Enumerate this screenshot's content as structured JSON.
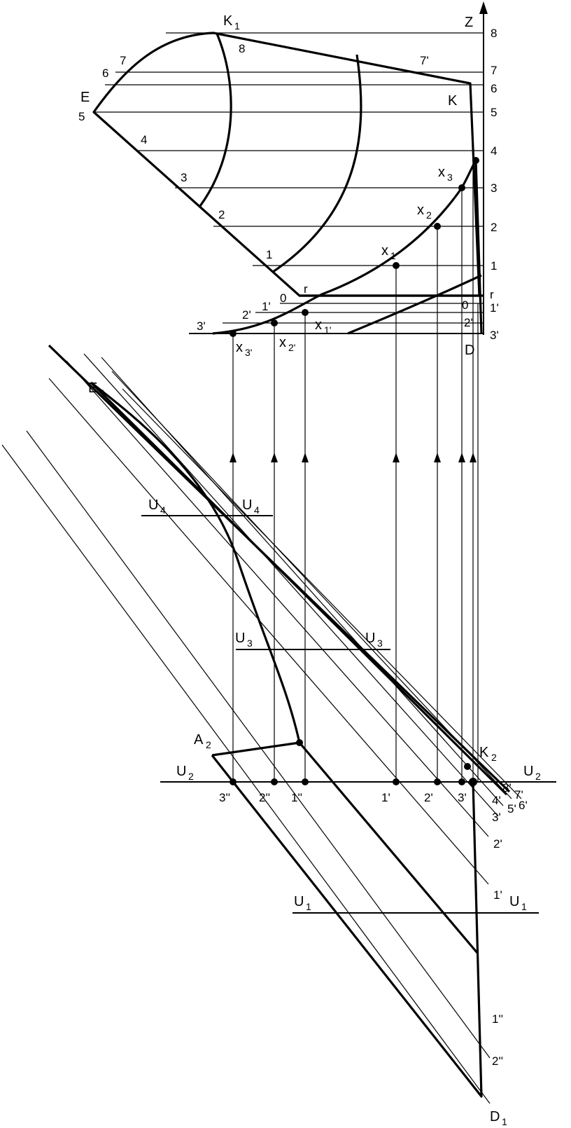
{
  "axis": {
    "z": "Z",
    "d": "D"
  },
  "upper_points": {
    "k1": "K",
    "k1_sub": "1",
    "e": "E",
    "k": "K",
    "r_left": "r",
    "r_right": "r",
    "zero_left": "0",
    "zero_right": "0"
  },
  "level_labels_right": [
    "1",
    "2",
    "3",
    "4",
    "5",
    "6",
    "7",
    "8"
  ],
  "level_labels_right_lower": [
    "1'",
    "2'",
    "3'"
  ],
  "edge_labels_left": [
    "1",
    "2",
    "3",
    "4",
    "5",
    "6",
    "7",
    "8"
  ],
  "bottom_left_labels": [
    "1'",
    "2'",
    "3'"
  ],
  "seven_prime": "7'",
  "x_points": [
    {
      "base": "x",
      "sub": "1"
    },
    {
      "base": "x",
      "sub": "2"
    },
    {
      "base": "x",
      "sub": "3"
    }
  ],
  "x_prime_points": [
    {
      "base": "x",
      "sub": "1'"
    },
    {
      "base": "x",
      "sub": "2'"
    },
    {
      "base": "x",
      "sub": "3'"
    }
  ],
  "lower_points": {
    "e1": "E",
    "e1_sub": "1",
    "a2": "A",
    "a2_sub": "2",
    "k2": "K",
    "k2_sub": "2",
    "d1": "D",
    "d1_sub": "1"
  },
  "sections": [
    {
      "base": "U",
      "sub": "1"
    },
    {
      "base": "U",
      "sub": "2"
    },
    {
      "base": "U",
      "sub": "3"
    },
    {
      "base": "U",
      "sub": "4"
    }
  ],
  "u2_points_left": [
    "3''",
    "2''",
    "1''"
  ],
  "u2_points_right": [
    "1'",
    "2'",
    "3'"
  ],
  "fan_labels": [
    "8'",
    "7'",
    "4'",
    "5'",
    "6'",
    "3'",
    "2'",
    "1'",
    "1''",
    "2''"
  ]
}
